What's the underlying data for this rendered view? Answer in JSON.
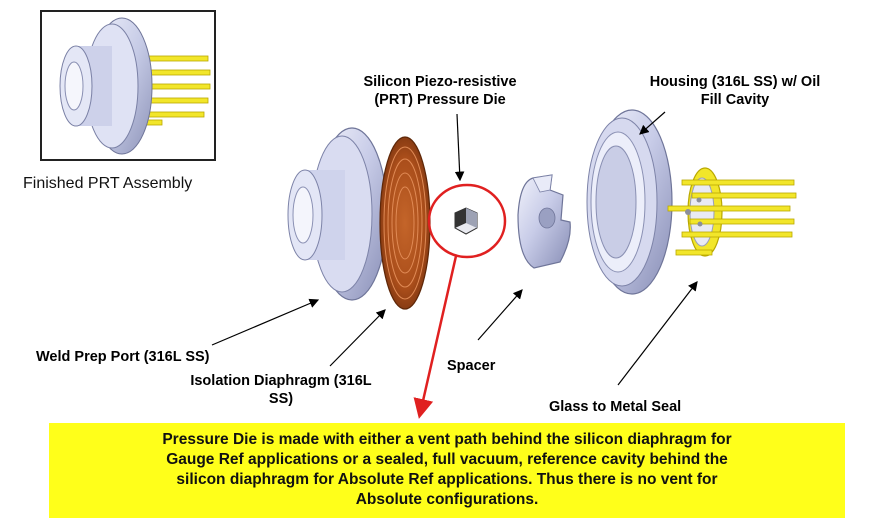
{
  "inset": {
    "caption": "Finished PRT Assembly"
  },
  "labels": {
    "die_line1": "Silicon Piezo-resistive",
    "die_line2": "(PRT) Pressure Die",
    "housing_line1": "Housing (316L SS) w/ Oil",
    "housing_line2": "Fill Cavity",
    "weld_port": "Weld Prep Port (316L SS)",
    "isolation_line1": "Isolation Diaphragm (316L",
    "isolation_line2": "SS)",
    "spacer": "Spacer",
    "glass_seal": "Glass to Metal Seal"
  },
  "note": {
    "line1": "Pressure Die is made with either a vent path behind the silicon diaphragm for",
    "line2": "Gauge Ref applications or a sealed, full vacuum, reference cavity behind the",
    "line3": "silicon diaphragm for Absolute Ref applications. Thus there is no vent for",
    "line4": "Absolute configurations."
  },
  "colors": {
    "steel": "#c9cde6",
    "diaphragm": "#b5561f",
    "pins": "#f2e62a",
    "highlight_ring": "#e02020",
    "note_background": "#ffff1a"
  }
}
